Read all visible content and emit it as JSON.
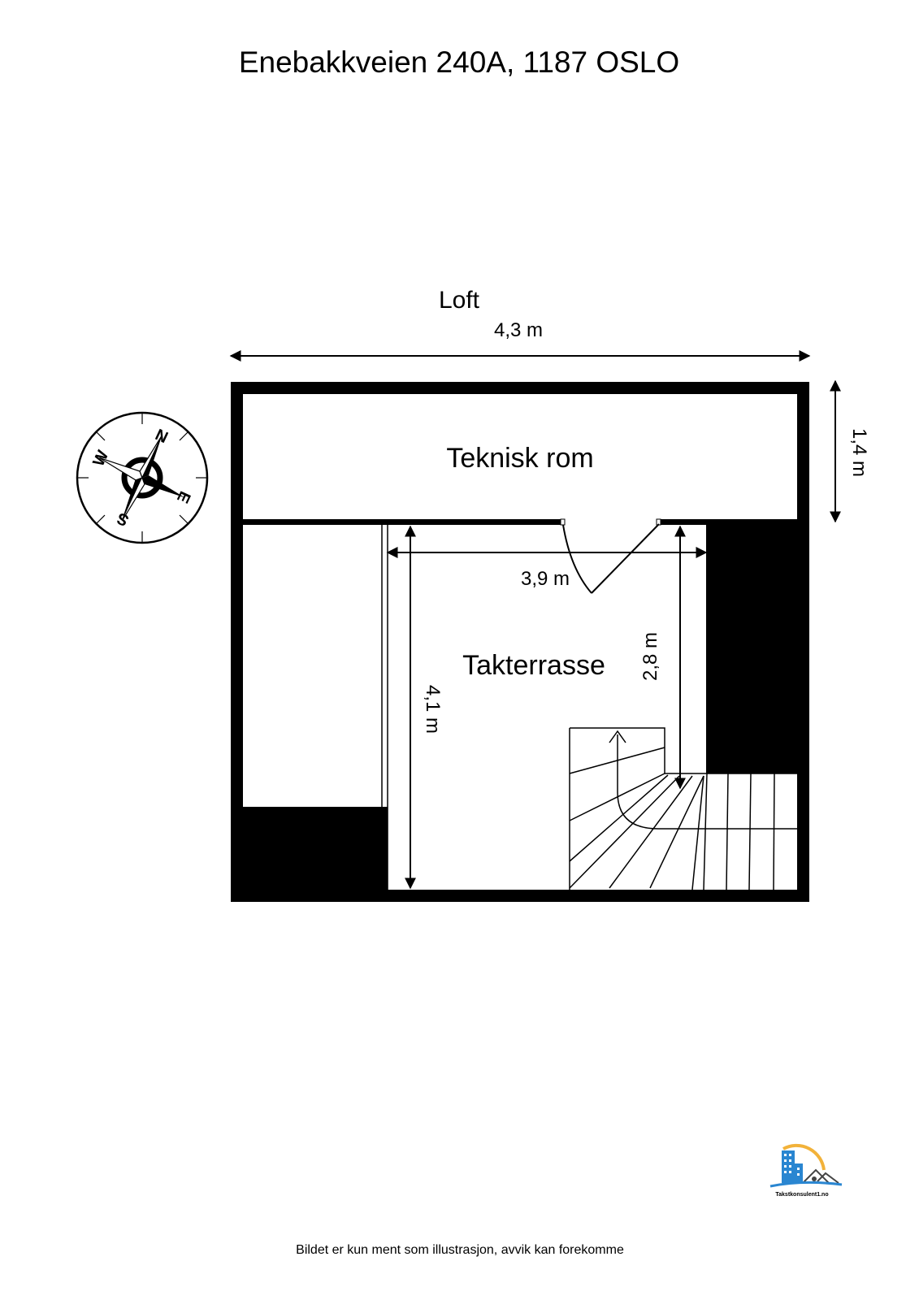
{
  "page": {
    "title": "Enebakkveien 240A, 1187 OSLO",
    "disclaimer": "Bildet er kun ment som illustrasjon, avvik kan forekomme"
  },
  "floor": {
    "name": "Loft",
    "overall_width": "4,3 m",
    "top_room_depth": "1,4 m"
  },
  "rooms": {
    "technical_room": "Teknisk rom",
    "roof_terrace": "Takterrasse"
  },
  "dimensions": {
    "terrace_width": "3,9 m",
    "terrace_depth": "4,1 m",
    "terrace_partial_depth": "2,8 m"
  },
  "compass": {
    "north": "N",
    "east": "E",
    "south": "S",
    "west": "W"
  },
  "logo": {
    "text": "Takstkonsulent1.no",
    "colors": {
      "building": "#2a86d1",
      "sun": "#f2b23a",
      "wave": "#2a86d1"
    }
  }
}
